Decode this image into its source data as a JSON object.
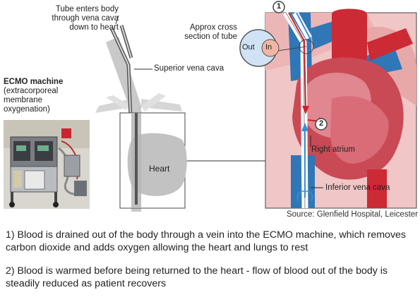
{
  "labels": {
    "tube_enters": [
      "Tube enters body",
      "through vena cava",
      "down to heart"
    ],
    "superior_vena_cava": "Superior vena cava",
    "cross_section": [
      "Approx cross",
      "section of tube"
    ],
    "cross_out": "Out",
    "cross_in": "In",
    "ecmo_title": "ECMO machine",
    "ecmo_sub": [
      "(extracorporeal",
      "membrane",
      "oxygenation)"
    ],
    "heart": "Heart",
    "right_atrium": "Right atrium",
    "inferior_vena_cava": "Inferior vena cava",
    "marker_1": "1",
    "marker_2": "2",
    "source": "Source: Glenfield Hospital, Leicester"
  },
  "notes": [
    "1) Blood is drained out of the body through a vein into the ECMO machine, which removes carbon dioxide and adds oxygen allowing the heart and lungs to rest",
    "2) Blood is warmed before being returned to the heart - flow of blood out of the body is steadily reduced as patient recovers"
  ],
  "colors": {
    "vein_blue": "#2f77b7",
    "artery_red": "#cc2a34",
    "skin_pink": "#f1c6c6",
    "heart_muscle": "#c94a55",
    "flow_arrow_blue": "#3a8fd8",
    "flow_arrow_red": "#d11f2a",
    "silhouette_grey": "#c9c9c9"
  }
}
